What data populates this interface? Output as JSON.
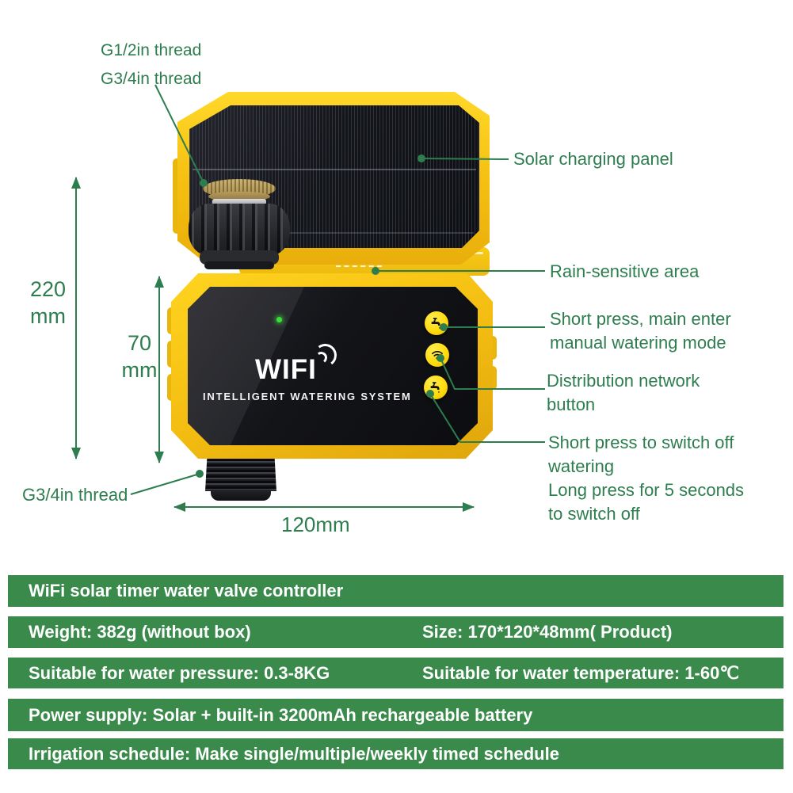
{
  "annotations": {
    "thread_top": [
      "G1/2in thread",
      "G3/4in thread"
    ],
    "solar": "Solar charging panel",
    "rain": "Rain-sensitive area",
    "btn_manual": [
      "Short press, main enter",
      "manual watering mode"
    ],
    "btn_network": [
      "Distribution network",
      "button"
    ],
    "btn_switch_off": [
      "Short press to switch off",
      "watering",
      "Long press for 5 seconds",
      "to switch off"
    ],
    "thread_bottom": "G3/4in thread"
  },
  "dimensions": {
    "total_height": [
      "220",
      "mm"
    ],
    "body_height": [
      "70",
      "mm"
    ],
    "width": "120mm"
  },
  "device": {
    "logo": "WIFI",
    "tagline": "INTELLIGENT WATERING SYSTEM"
  },
  "icons": {
    "button_top": "faucet-icon",
    "button_middle": "wifi-icon",
    "button_bottom": "faucet-icon",
    "logo_signal": "wifi-signal-icon",
    "status_led": "green-led"
  },
  "colors": {
    "annotation_green": "#2e7d4f",
    "table_green": "#3a8a4c",
    "device_yellow": "#f4be10",
    "button_yellow": "#ffd90a",
    "led_green": "#3ae03a"
  },
  "spec_table": {
    "title": "WiFi solar timer water valve controller",
    "rows": [
      [
        "Weight: 382g (without box)",
        "Size: 170*120*48mm( Product)"
      ],
      [
        "Suitable for water pressure: 0.3-8KG",
        "Suitable for water temperature: 1-60℃"
      ],
      [
        "Power supply: Solar + built-in 3200mAh rechargeable battery"
      ],
      [
        "Irrigation schedule: Make single/multiple/weekly timed schedule"
      ]
    ]
  }
}
